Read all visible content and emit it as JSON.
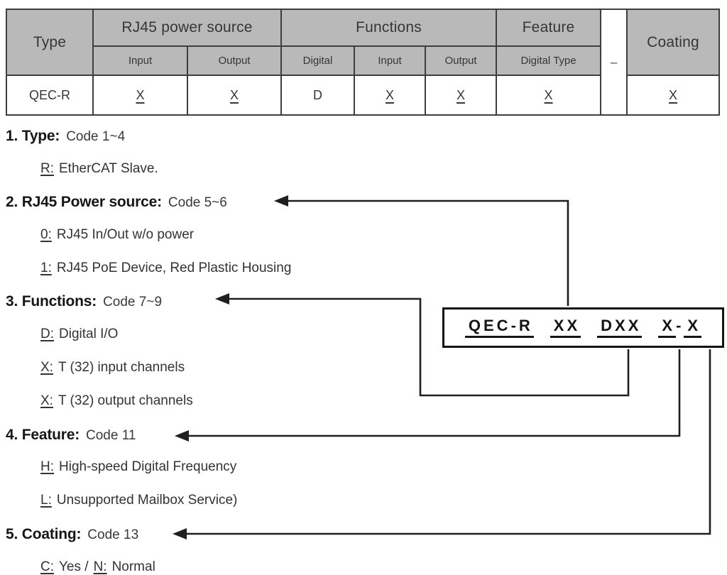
{
  "table": {
    "headers": {
      "type": "Type",
      "rj45": "RJ45 power source",
      "functions": "Functions",
      "feature": "Feature",
      "dash": "–",
      "coating": "Coating"
    },
    "subheaders": {
      "rj45_input": "Input",
      "rj45_output": "Output",
      "func_digital": "Digital",
      "func_input": "Input",
      "func_output": "Output",
      "feature_digital_type": "Digital Type"
    },
    "row": {
      "type": "QEC-R",
      "rj45_input": "X",
      "rj45_output": "X",
      "func_digital": "D",
      "func_input": "X",
      "func_output": "X",
      "feature": "X",
      "coating": "X"
    }
  },
  "sections": [
    {
      "title": "1. Type:",
      "code": "Code 1~4",
      "items": [
        {
          "key": "R:",
          "text": "EtherCAT Slave."
        }
      ]
    },
    {
      "title": "2. RJ45 Power source:",
      "code": "Code 5~6",
      "items": [
        {
          "key": "0:",
          "text": "RJ45 In/Out w/o power"
        },
        {
          "key": "1:",
          "text": "RJ45 PoE Device, Red Plastic Housing"
        }
      ]
    },
    {
      "title": "3. Functions:",
      "code": "Code 7~9",
      "items": [
        {
          "key": "D:",
          "text": "Digital I/O"
        },
        {
          "key": "X:",
          "text": "T (32) input channels"
        },
        {
          "key": "X:",
          "text": "T (32) output channels"
        }
      ]
    },
    {
      "title": "4. Feature:",
      "code": "Code 11",
      "items": [
        {
          "key": "H:",
          "text": "High-speed Digital Frequency"
        },
        {
          "key": "L:",
          "text": "Unsupported Mailbox Service)"
        }
      ]
    },
    {
      "title": "5. Coating:",
      "code": "Code 13",
      "items": [
        {
          "key": "C:",
          "text": "Yes /",
          "key2": "N:",
          "text2": "Normal"
        }
      ]
    }
  ],
  "part_number_box": {
    "g1": "QEC-R",
    "g2": "XX",
    "g3": "DXX",
    "g4a": "X",
    "g4_dash": "-",
    "g4b": "X"
  },
  "colors": {
    "table_header_bg": "#b9b9b9",
    "grid_line": "#3e3e3e",
    "wire": "#1f1f1f",
    "text": "#363636"
  }
}
